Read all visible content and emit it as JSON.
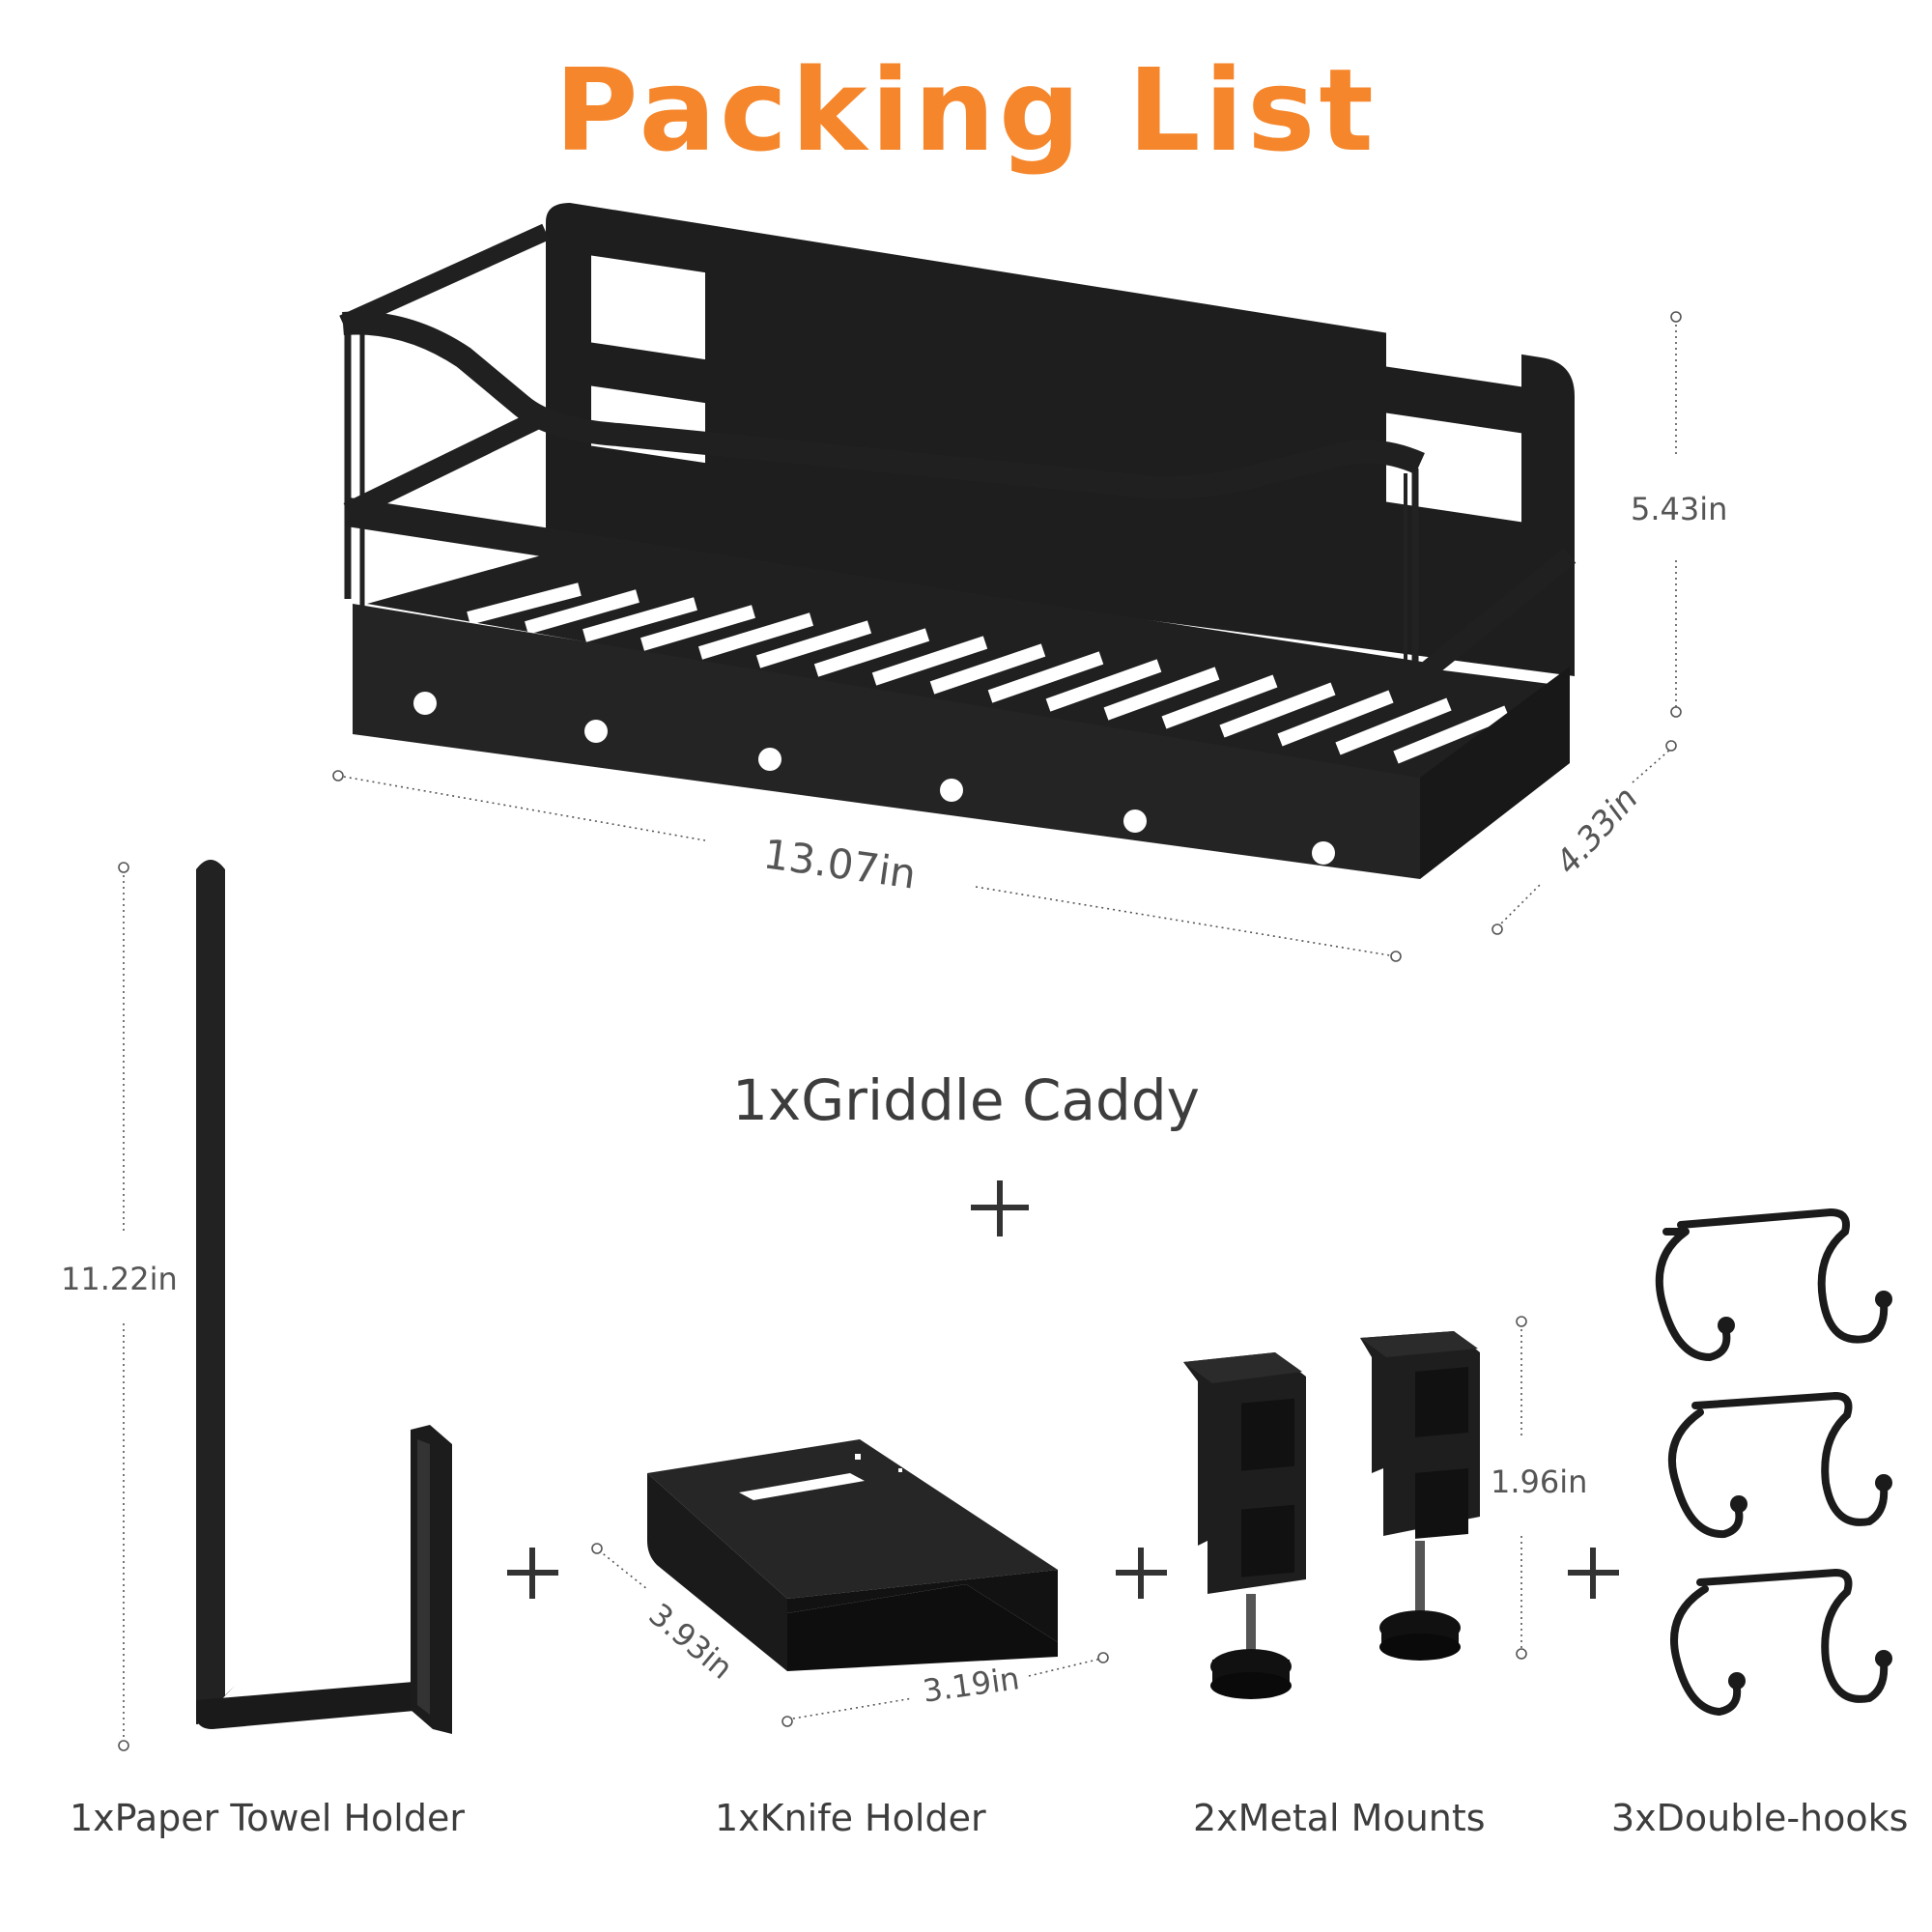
{
  "page": {
    "title": "Packing List",
    "title_color": "#f5862b",
    "main_item": "1xGriddle Caddy",
    "plus": "+"
  },
  "dimensions": {
    "caddy_width": "13.07in",
    "caddy_height": "5.43in",
    "caddy_depth": "4.33in",
    "towel_height": "11.22in",
    "knife_depth": "3.93in",
    "knife_width": "3.19in",
    "mount_height": "1.96in"
  },
  "items": [
    {
      "label": "1xPaper Towel Holder"
    },
    {
      "label": "1xKnife Holder"
    },
    {
      "label": "2xMetal Mounts"
    },
    {
      "label": "3xDouble-hooks"
    }
  ]
}
